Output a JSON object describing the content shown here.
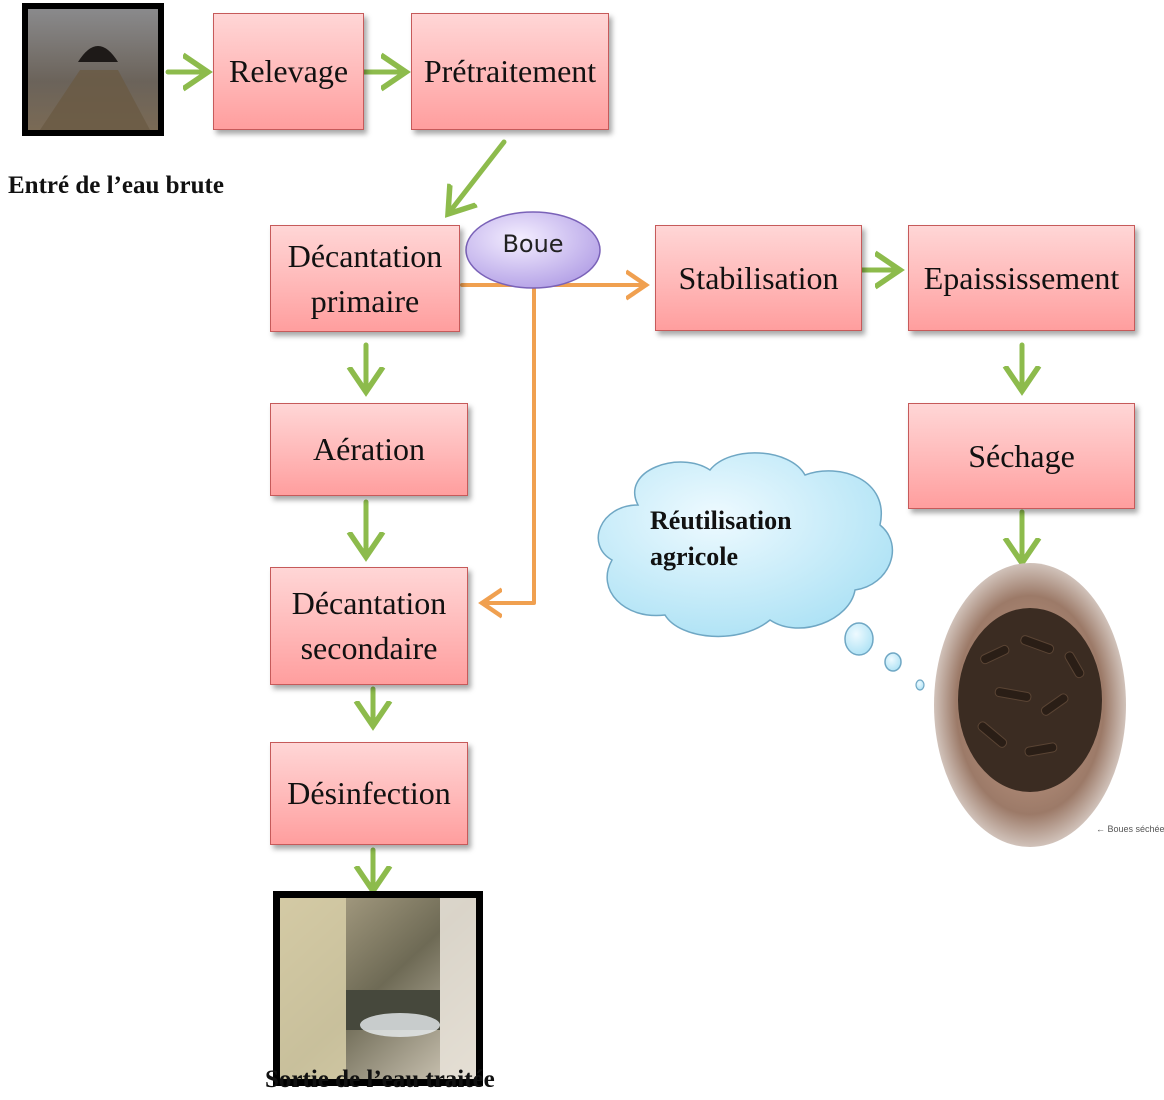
{
  "nodes": {
    "relevage": "Relevage",
    "pretraitement": "Prétraitement",
    "decantation_primaire": "Décantation primaire",
    "aeration": "Aération",
    "decantation_secondaire": "Décantation secondaire",
    "desinfection": "Désinfection",
    "stabilisation": "Stabilisation",
    "epaississement": "Epaississement",
    "sechage": "Séchage"
  },
  "boue_label": "Boue",
  "cloud_text": "Réutilisation agricole",
  "input_caption": "Entré de l’eau brute",
  "output_caption": "Sortie de l’eau traitée",
  "dried_sludge_note": "← Boues séchées",
  "colors": {
    "box_fill": "#ffb8b8",
    "box_border": "#c65a5a",
    "water_arrow": "#8dbb4c",
    "sludge_arrow": "#f0a050",
    "boue_fill": "#c9b8f0",
    "cloud_fill": "#bfeaf8"
  }
}
